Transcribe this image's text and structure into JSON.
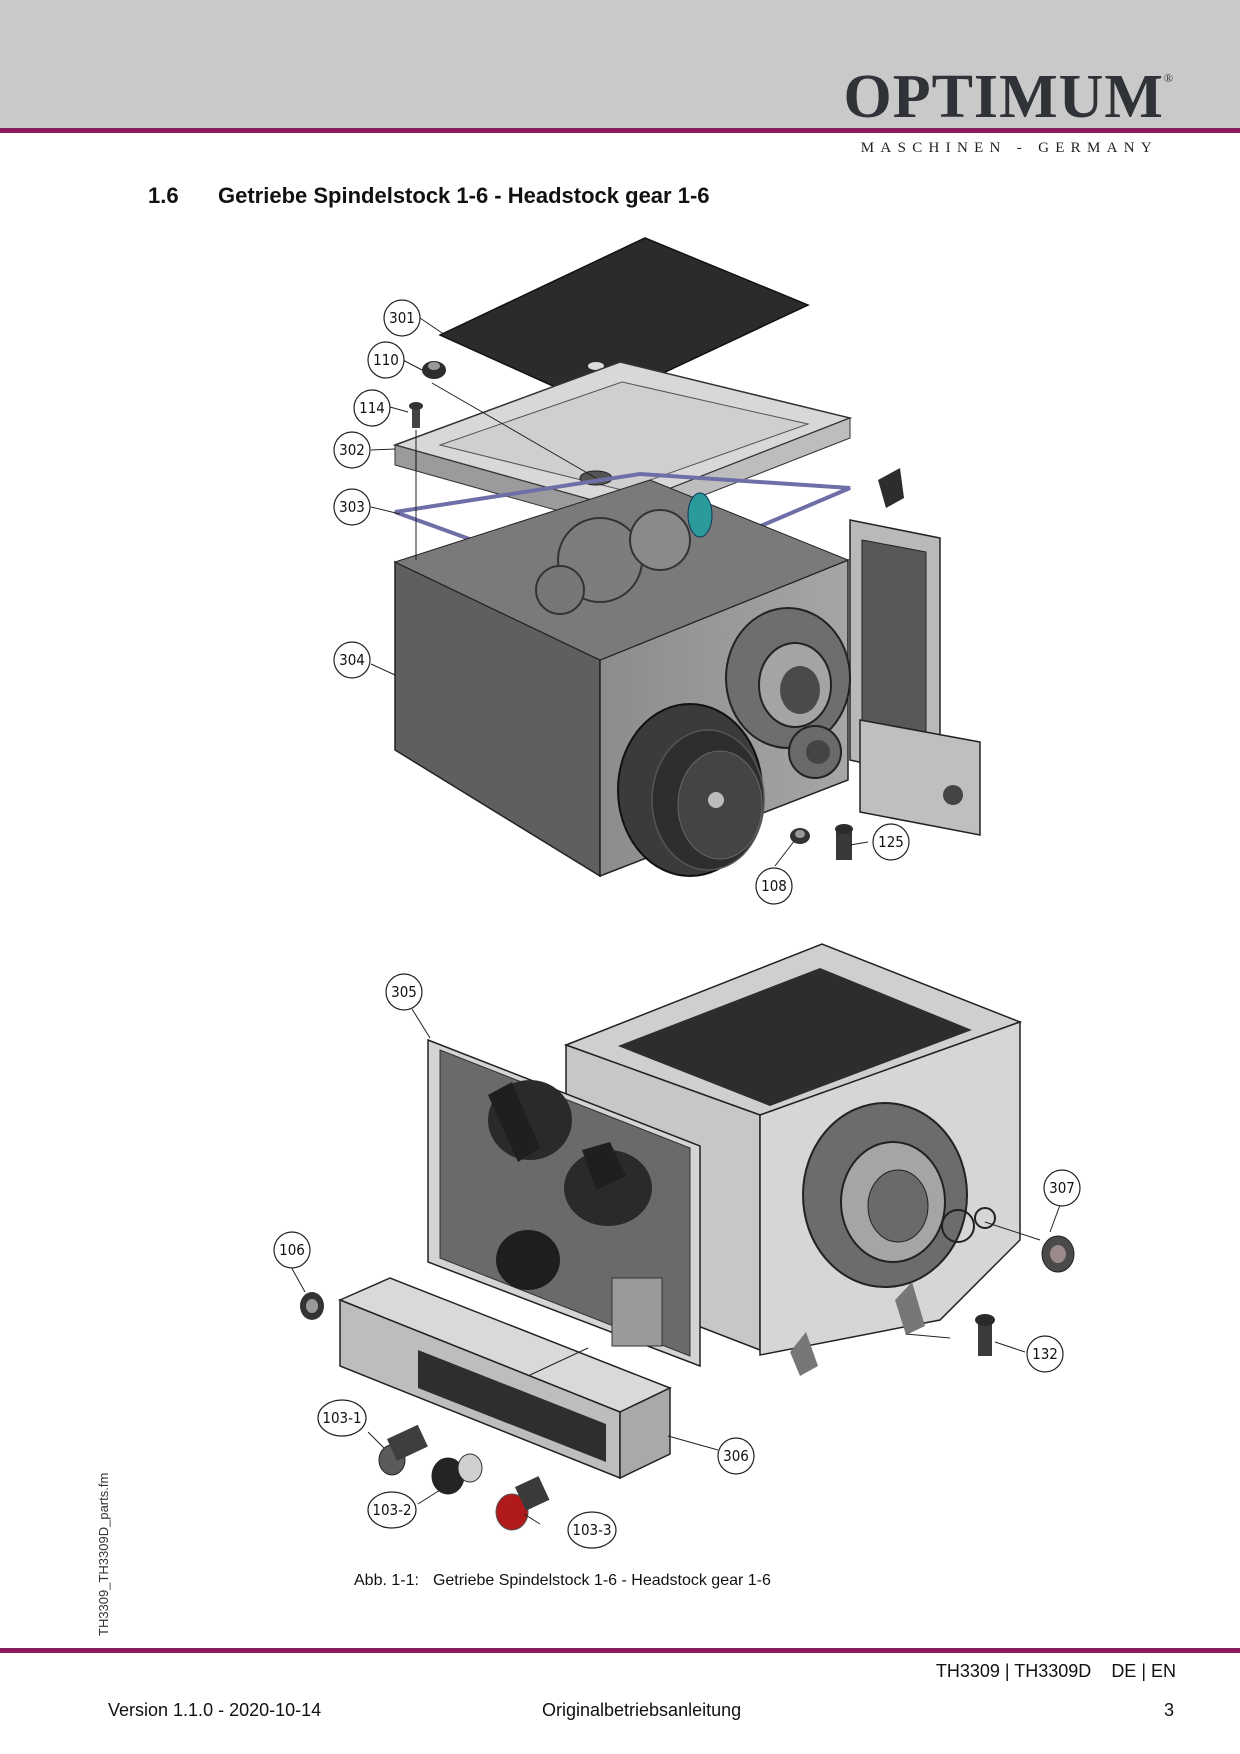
{
  "brand": {
    "name": "OPTIMUM",
    "registered": "®",
    "tagline": "MASCHINEN - GERMANY"
  },
  "section": {
    "number": "1.6",
    "title": "Getriebe Spindelstock 1-6 - Headstock gear 1-6"
  },
  "figure": {
    "callouts": [
      "301",
      "110",
      "114",
      "302",
      "303",
      "304",
      "125",
      "108",
      "305",
      "307",
      "106",
      "132",
      "103-1",
      "306",
      "103-2",
      "103-3"
    ],
    "caption_label": "Abb. 1-1:",
    "caption_text": "Getriebe Spindelstock 1-6 - Headstock gear 1-6"
  },
  "sidebar_label": "TH3309_TH3309D_parts.fm",
  "footer": {
    "models": "TH3309 | TH3309D",
    "languages": "DE | EN",
    "version": "Version 1.1.0 - 2020-10-14",
    "document": "Originalbetriebsanleitung",
    "page": "3"
  }
}
